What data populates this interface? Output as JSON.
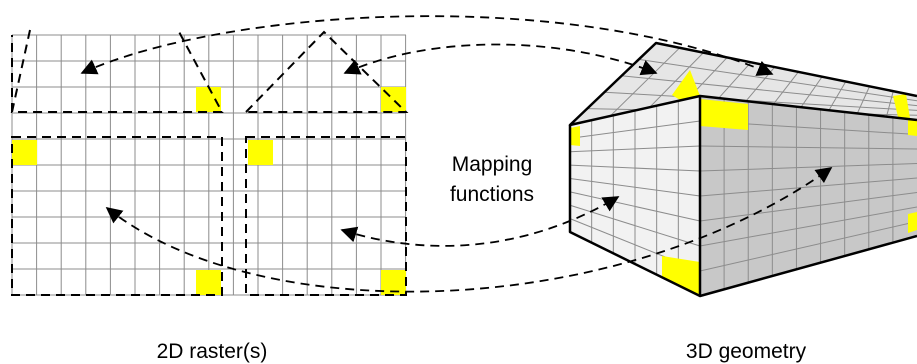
{
  "labels": {
    "raster": "2D raster(s)",
    "geometry": "3D geometry",
    "mapping_line1": "Mapping",
    "mapping_line2": "functions"
  },
  "colors": {
    "highlight": "#ffff00",
    "grid": "#8c8c8c",
    "outline": "#000000",
    "wall_light": "#f2f2f2",
    "wall_dark": "#c8c8c8",
    "roof": "#e6e6e6"
  }
}
